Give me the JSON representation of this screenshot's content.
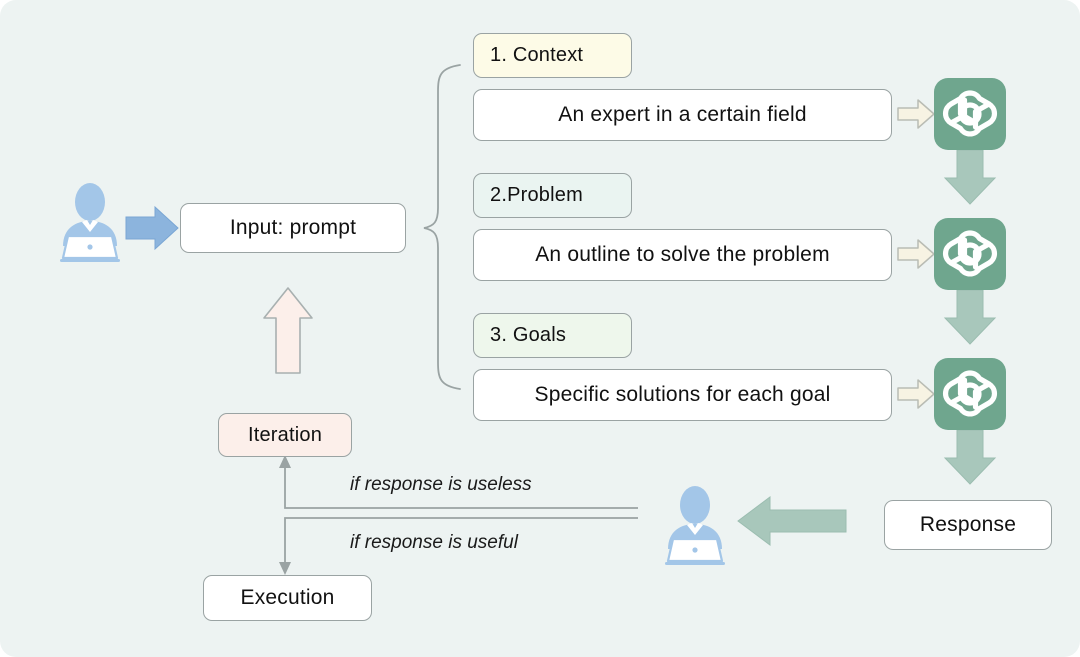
{
  "theme": {
    "background": "#edf3f2",
    "box_border": "#9aa3a3",
    "box_fill": "#ffffff",
    "context_fill": "#fdfbe7",
    "problem_fill": "#eaf4f1",
    "goals_fill": "#eef7ec",
    "iteration_fill": "#fcefea",
    "openai_green": "#6fa68e",
    "green_arrow": "#a8c7bb",
    "blue_arrow": "#8cb4dd",
    "pink_arrow": "#fdeeea",
    "user_blue": "#a3c6e8",
    "connector_gray": "#9aa3a3"
  },
  "flow": {
    "input_label": "Input: prompt",
    "response_label": "Response",
    "iteration_label": "Iteration",
    "execution_label": "Execution"
  },
  "prompt_parts": [
    {
      "id": "context",
      "label": "1. Context",
      "statement": "An expert in a certain field"
    },
    {
      "id": "problem",
      "label": "2.Problem",
      "statement": "An outline to solve the problem"
    },
    {
      "id": "goals",
      "label": "3. Goals",
      "statement": "Specific solutions for each goal"
    }
  ],
  "feedback": {
    "useless_label": "if response is useless",
    "useful_label": "if response is useful"
  },
  "icons": {
    "user": "user-at-laptop-icon",
    "model": "openai-logo-icon",
    "small_arrow": "arrow-right-outline-icon",
    "down_arrow": "arrow-down-icon",
    "left_arrow": "arrow-left-icon",
    "up_arrow": "arrow-up-icon",
    "brace": "curly-brace-icon"
  }
}
